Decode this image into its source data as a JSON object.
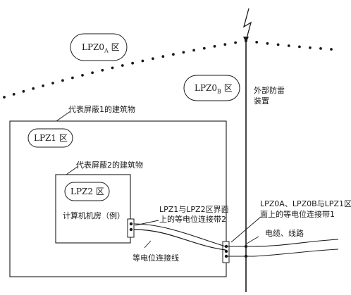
{
  "zones": {
    "lpz0a": {
      "text": "LPZ0",
      "sub": "A",
      "suffix": " 区"
    },
    "lpz0b": {
      "text": "LPZ0",
      "sub": "B",
      "suffix": " 区"
    },
    "lpz1": "LPZ1 区",
    "lpz2": "LPZ2 区"
  },
  "labels": {
    "lightning_protection": [
      "外部防雷",
      "装置"
    ],
    "building1": "代表屏蔽1的建筑物",
    "building2": "代表屏蔽2的建筑物",
    "computer_room": "计算机机房（例）",
    "bar2": [
      "LPZ1与LPZ2区界面",
      "上的等电位连接带2"
    ],
    "bar1": [
      "LPZ0A、LPZ0B与LPZ1区界",
      "面上的等电位连接带1"
    ],
    "cable": "电缆、线路",
    "bonding_conductor": "等电位连接线"
  },
  "colors": {
    "line": "#1a1a1a",
    "background": "#ffffff"
  },
  "icons": {
    "lightning": "lightning-bolt-icon"
  }
}
